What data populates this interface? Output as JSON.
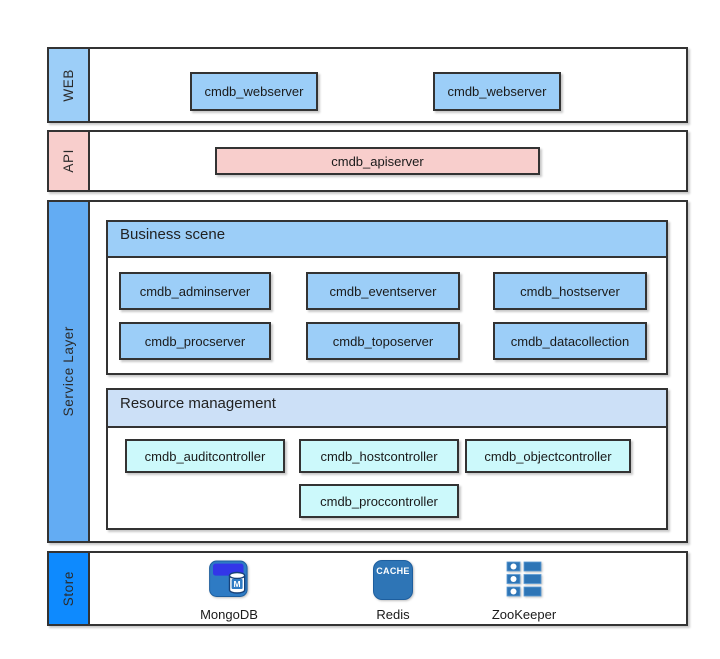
{
  "diagram": {
    "layers": {
      "web": {
        "sidebar_label": "WEB",
        "boxes": [
          {
            "label": "cmdb_webserver"
          },
          {
            "label": "cmdb_webserver"
          }
        ]
      },
      "api": {
        "sidebar_label": "API",
        "boxes": [
          {
            "label": "cmdb_apiserver"
          }
        ]
      },
      "service": {
        "sidebar_label": "Service Layer",
        "sections": [
          {
            "title": "Business scene",
            "boxes": [
              "cmdb_adminserver",
              "cmdb_eventserver",
              "cmdb_hostserver",
              "cmdb_procserver",
              "cmdb_toposerver",
              "cmdb_datacollection"
            ]
          },
          {
            "title": "Resource management",
            "boxes": [
              "cmdb_auditcontroller",
              "cmdb_hostcontroller",
              "cmdb_objectcontroller",
              "cmdb_proccontroller"
            ]
          }
        ]
      },
      "store": {
        "sidebar_label": "Store",
        "items": [
          {
            "label": "MongoDB",
            "icon": "mongodb-icon",
            "monogram": "M"
          },
          {
            "label": "Redis",
            "icon": "redis-cache-icon",
            "badge": "CACHE"
          },
          {
            "label": "ZooKeeper",
            "icon": "zookeeper-icon"
          }
        ]
      }
    },
    "colors": {
      "border": "#333333",
      "web_fill": "#9CCEF8",
      "api_fill": "#F8CECC",
      "service_sidebar": "#63ACF3",
      "store_sidebar": "#0E8AFE",
      "business_header_fill": "#9CCEF8",
      "resource_header_fill": "#CCE0F7",
      "resource_box_fill": "#CCF9FB",
      "icon_blue": "#2E75B6",
      "mongodb_accent": "#3336E8"
    }
  }
}
